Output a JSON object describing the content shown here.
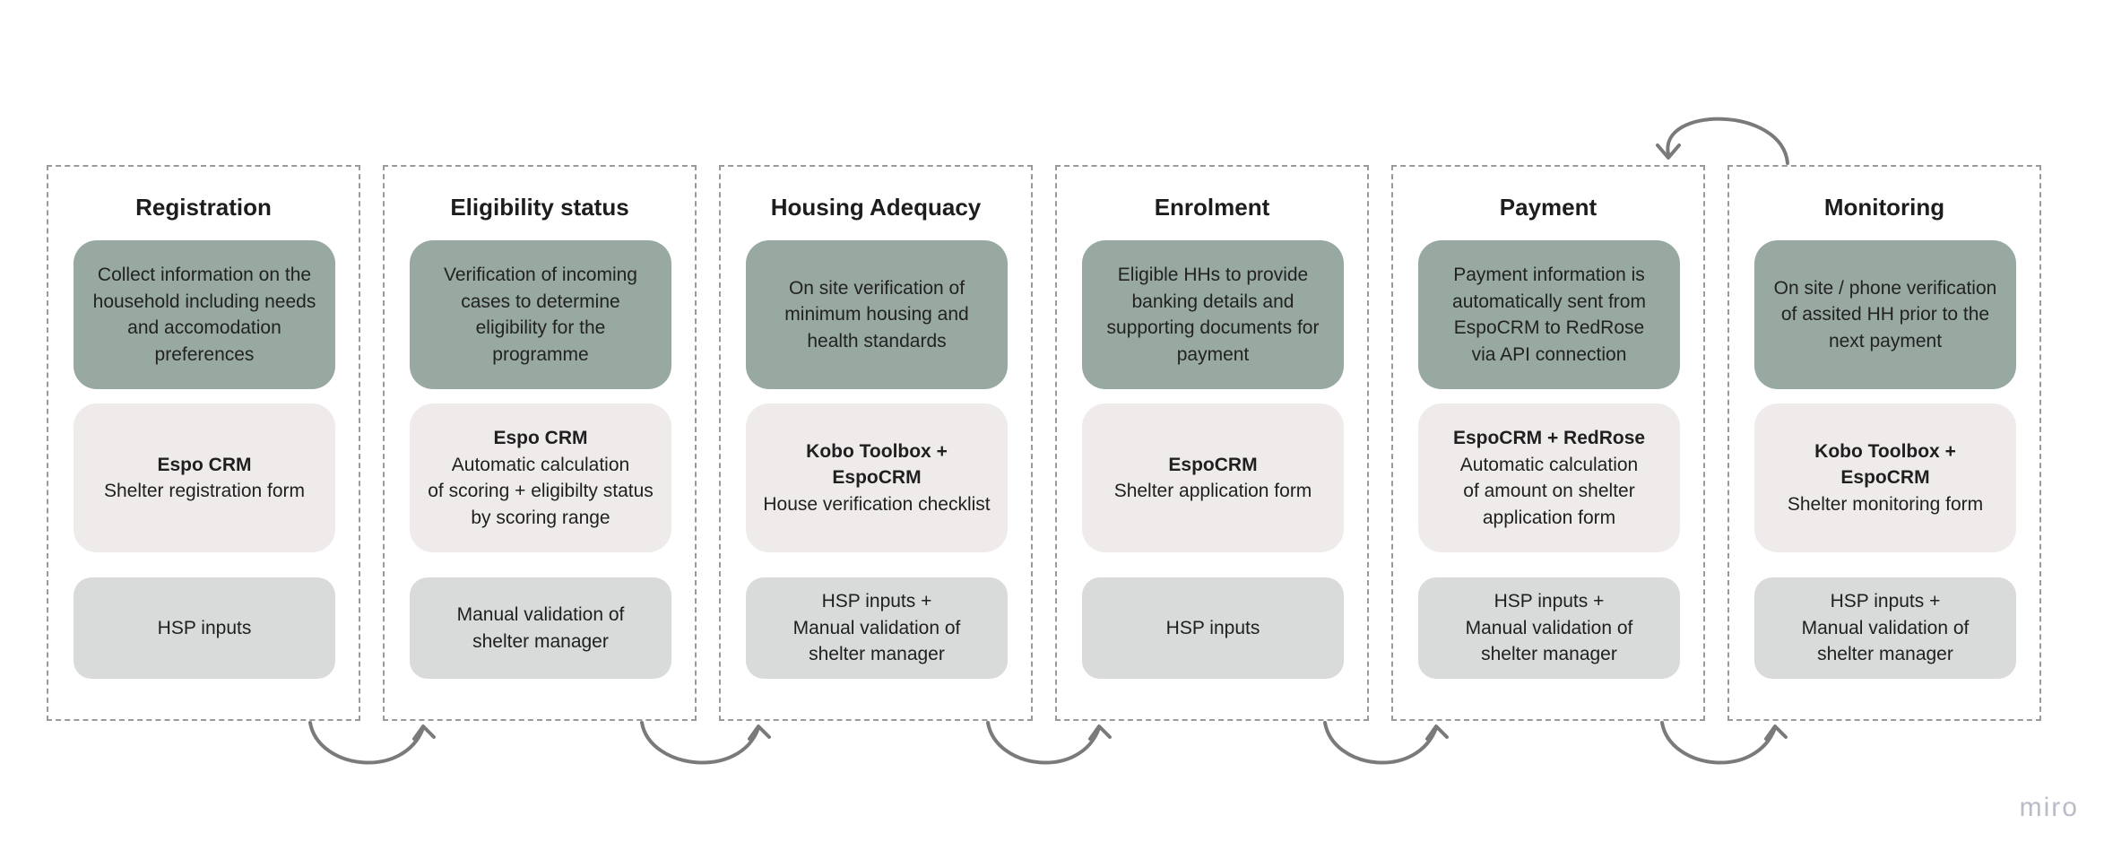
{
  "stages": [
    {
      "title": "Registration",
      "description": "Collect information on the\nhousehold including needs\nand accomodation\npreferences",
      "tool_name": "Espo CRM",
      "tool_detail": "Shelter registration form",
      "input": "HSP inputs"
    },
    {
      "title": "Eligibility status",
      "description": "Verification of incoming\ncases to determine\neligibility for the\nprogramme",
      "tool_name": "Espo CRM",
      "tool_detail": "Automatic calculation\nof scoring + eligibilty status\nby scoring range",
      "input": "Manual validation of\nshelter manager"
    },
    {
      "title": "Housing Adequacy",
      "description": "On site verification of\nminimum housing and\nhealth standards",
      "tool_name": "Kobo Toolbox +\nEspoCRM",
      "tool_detail": "House verification checklist",
      "input": "HSP inputs +\nManual validation of\nshelter manager"
    },
    {
      "title": "Enrolment",
      "description": "Eligible HHs to provide\nbanking details and\nsupporting documents for\npayment",
      "tool_name": "EspoCRM",
      "tool_detail": "Shelter application form",
      "input": "HSP inputs"
    },
    {
      "title": "Payment",
      "description": "Payment information is\nautomatically sent from\nEspoCRM to RedRose\nvia API connection",
      "tool_name": "EspoCRM + RedRose",
      "tool_detail": "Automatic calculation\nof amount on shelter\napplication form",
      "input": "HSP inputs +\nManual validation of\nshelter manager"
    },
    {
      "title": "Monitoring",
      "description": "On site / phone verification\nof assited HH prior to the\nnext payment",
      "tool_name": "Kobo Toolbox +\nEspoCRM",
      "tool_detail": "Shelter monitoring form",
      "input": "HSP inputs +\nManual validation of\nshelter manager"
    }
  ],
  "watermark": "miro",
  "colors": {
    "description_card": "#98a9a1",
    "tool_card": "#efebea",
    "input_card": "#d8dbd9",
    "border": "#9a9a9a",
    "arrow": "#7a7a7a",
    "watermark": "#b9bcc7"
  }
}
